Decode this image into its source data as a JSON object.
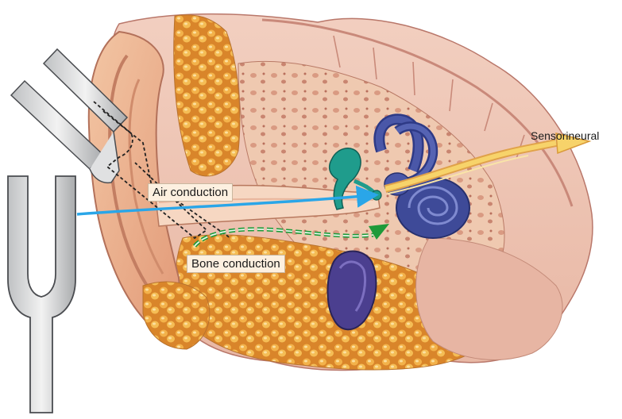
{
  "labels": {
    "air_conduction": "Air conduction",
    "bone_conduction": "Bone conduction",
    "sensorineural": "Sensorineural"
  },
  "colors": {
    "air_path": "#2aa6e8",
    "bone_path": "#1e9a3a",
    "sensorineural_path": "#f7d36a",
    "cochlea": "#4a57a8",
    "ossicles": "#1f9c8c",
    "tissue": "#e9b08a",
    "fat": "#e8a23a",
    "tuning_fork": "#d9dadb"
  },
  "icons": [
    "tuning-fork-icon",
    "tuning-fork-icon"
  ]
}
